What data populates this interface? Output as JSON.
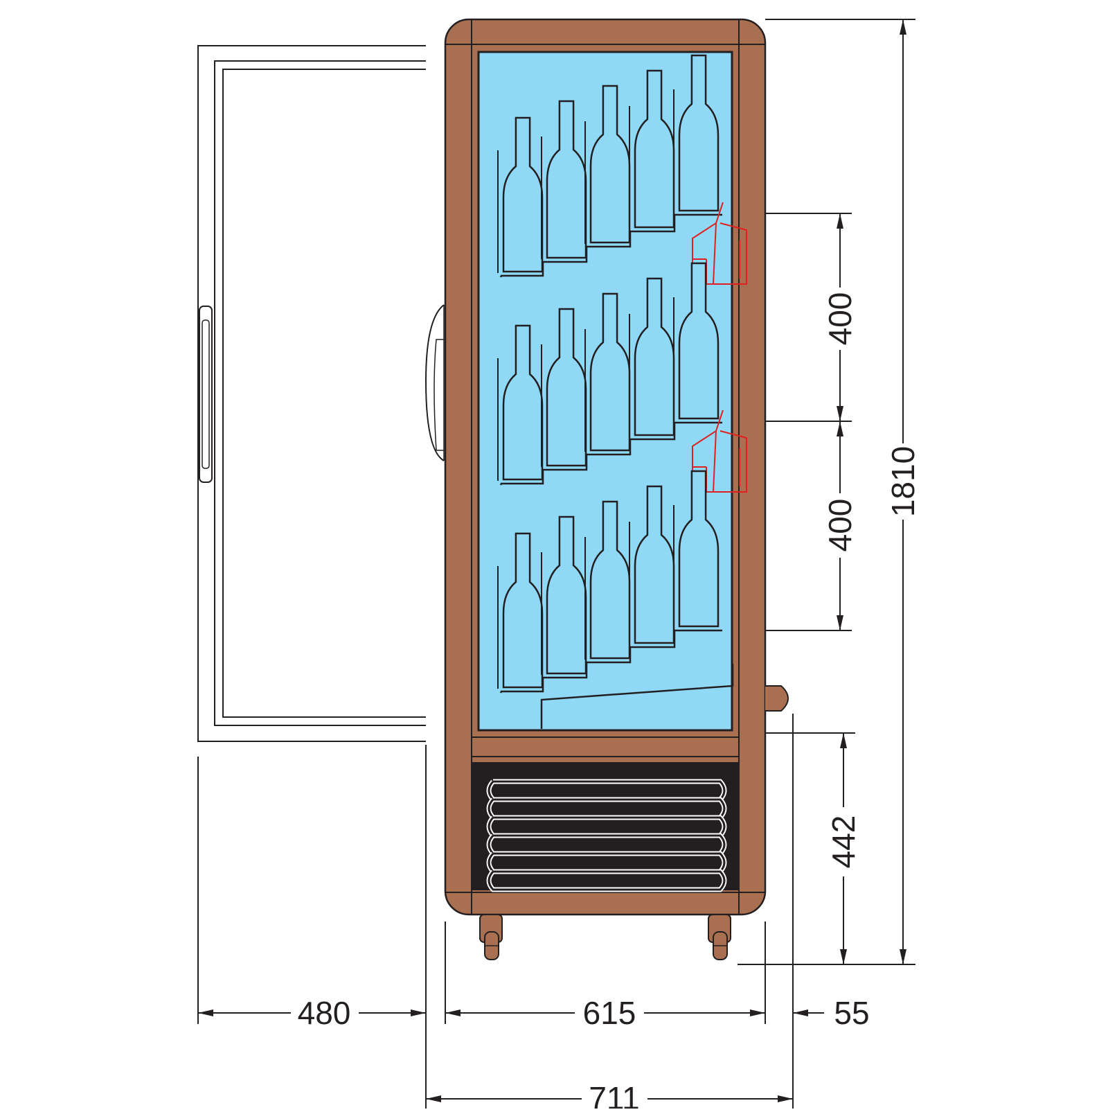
{
  "dimensions": {
    "door_swing": "480",
    "cabinet_width": "615",
    "handle_depth": "55",
    "overall_width": "711",
    "overall_height": "1810",
    "shelf_spacing_upper": "400",
    "shelf_spacing_lower": "400",
    "base_height": "442"
  },
  "colors": {
    "cabinet": "#a86f50",
    "glass": "#8fd9f7",
    "outline": "#231f20",
    "shelf_support": "#e02020",
    "grille": "#231f20"
  },
  "icons": {
    "bottle": "wine-bottle-icon",
    "caster": "caster-wheel-icon",
    "handle": "door-handle-icon"
  }
}
